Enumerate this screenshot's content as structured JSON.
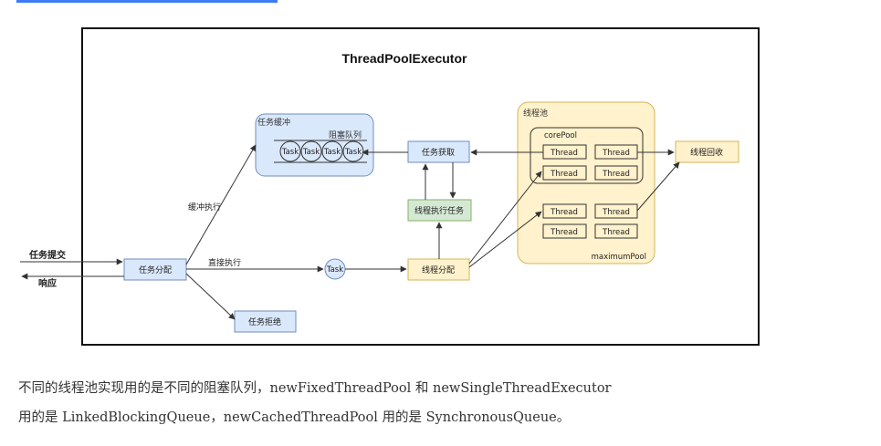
{
  "diagram": {
    "title": "ThreadPoolExecutor",
    "task_buffer": {
      "label": "任务缓冲",
      "queue_label": "阻塞队列",
      "tasks": [
        "Task",
        "Task",
        "Task",
        "Task"
      ]
    },
    "get_task": "任务获取",
    "exec_task": "线程执行任务",
    "thread_alloc": "线程分配",
    "task_alloc": "任务分配",
    "task_reject": "任务拒绝",
    "direct_task": "Task",
    "thread_recycle": "线程回收",
    "pool": {
      "label": "线程池",
      "core_label": "corePool",
      "max_label": "maximumPool",
      "threads": [
        "Thread",
        "Thread",
        "Thread",
        "Thread",
        "Thread",
        "Thread",
        "Thread",
        "Thread"
      ]
    },
    "edge_labels": {
      "buffer_exec": "缓冲执行",
      "direct_exec": "直接执行"
    },
    "left_labels": {
      "submit": "任务提交",
      "respond": "响应"
    }
  },
  "caption": {
    "line1": "不同的线程池实现用的是不同的阻塞队列，newFixedThreadPool 和 newSingleThreadExecutor",
    "line2": "用的是 LinkedBlockingQueue，newCachedThreadPool 用的是 SynchronousQueue。"
  },
  "colors": {
    "blue_fill": "#dae8fc",
    "blue_stroke": "#6c8ebf",
    "yellow_fill": "#fff2cc",
    "yellow_stroke": "#d6b656",
    "green_fill": "#d5e8d4",
    "green_stroke": "#82b366"
  }
}
